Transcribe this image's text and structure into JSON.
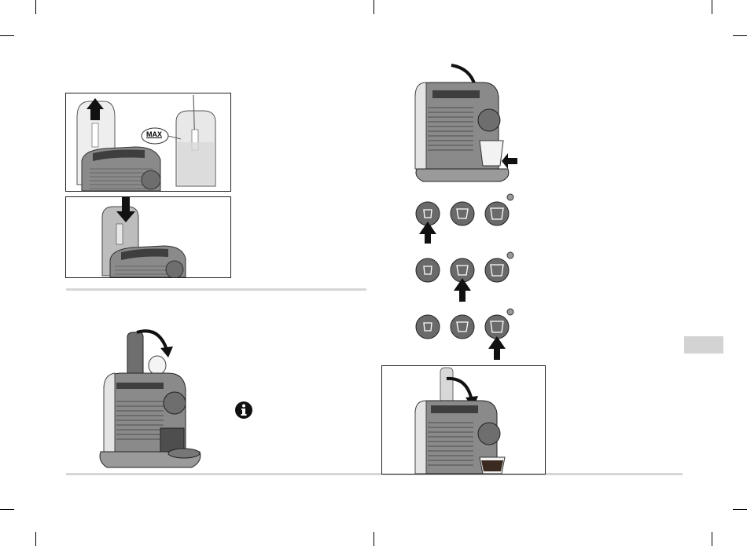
{
  "labels": {
    "max_label": "MAX"
  },
  "icons": {
    "info": "info-icon",
    "lungo_highlight": "lungo-button-lit",
    "buttons": [
      "ristretto-button",
      "espresso-button",
      "lungo-button"
    ]
  },
  "colors": {
    "machine_body": "#8c8c8c",
    "machine_dark": "#4a4a4a",
    "tank": "#e6e6e6",
    "rule": "#d6d6d6",
    "tab": "#d3d3d3"
  }
}
